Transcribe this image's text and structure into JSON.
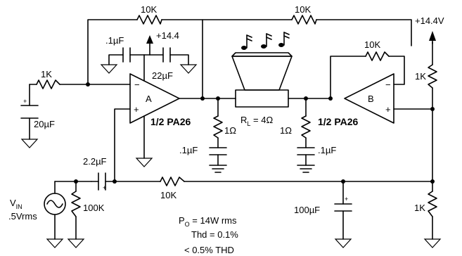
{
  "labels": {
    "r_fb_top": "10K",
    "r_fb_top_right": "10K",
    "supply_rail": "+14.4V",
    "c_01": ".1µF",
    "plus_14": "+14.4",
    "c_22": "22µF",
    "r_b_fb": "10K",
    "r_in_1k": "1K",
    "c_20": "20µF",
    "amp_a": "A",
    "amp_b": "B",
    "pa26_a": "1/2 PA26",
    "pa26_b": "1/2 PA26",
    "rl_main": "R",
    "rl_sub": "L",
    "rl_val": " = 4Ω",
    "r_1ohm_a": "1Ω",
    "r_1ohm_b": "1Ω",
    "c_01_a": ".1µF",
    "c_01_b": ".1µF",
    "r_1k_right_top": "1K",
    "c_22_in": "2.2µF",
    "r_10k_bias": "10K",
    "vin_main": "V",
    "vin_sub": "IN",
    "vin_rms": ".5Vrms",
    "r_100k": "100K",
    "c_100": "100µF",
    "r_1k_right_bot": "1K",
    "po_main": "P",
    "po_sub": "O",
    "po_val": " = 14W rms",
    "thd": "Thd = 0.1%",
    "thd2": "< 0.5% THD"
  },
  "colors": {
    "ink": "#000000",
    "background": "#ffffff"
  }
}
